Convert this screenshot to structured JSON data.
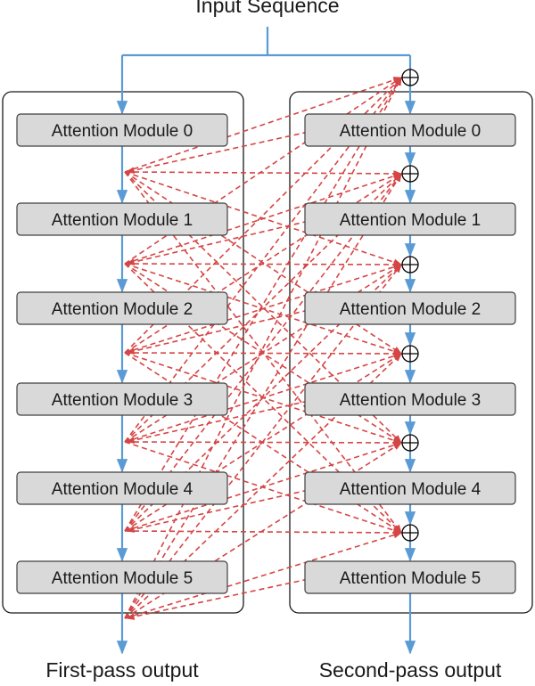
{
  "diagram": {
    "input_label": "Input Sequence",
    "first_output_label": "First-pass output",
    "second_output_label": "Second-pass output",
    "module_labels": [
      "Attention Module 0",
      "Attention Module 1",
      "Attention Module 2",
      "Attention Module 3",
      "Attention Module 4",
      "Attention Module 5"
    ],
    "sum_symbol": "⊕",
    "colors": {
      "flow": "#5b9bd5",
      "cross": "#d64545",
      "module_fill": "#d9d9d9",
      "module_stroke": "#404040",
      "container_stroke": "#1a1a1a"
    }
  }
}
